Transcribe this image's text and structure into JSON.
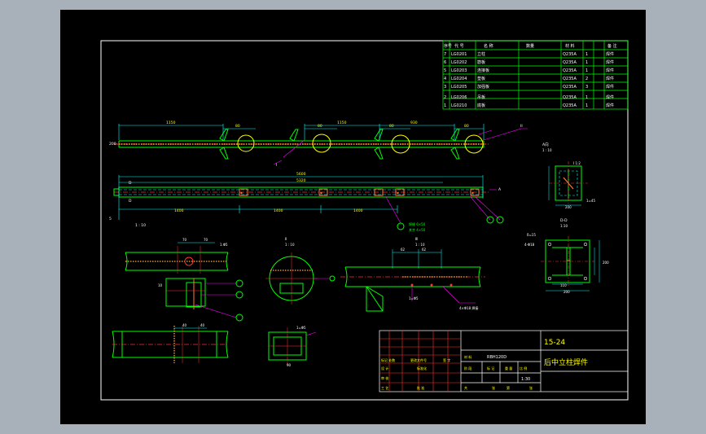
{
  "drawing": {
    "number": "15-24",
    "title": "后中立柱焊件",
    "material": "Q235",
    "weight_label": "RBH120D",
    "scale": "1:30"
  },
  "bom": {
    "headers": [
      "序号",
      "代 号",
      "名 称",
      "数量",
      "材 料",
      "备 注"
    ],
    "rows": [
      {
        "no": "7",
        "code": "LG0201",
        "name": "立柱",
        "qty": "1",
        "mat": "Q235A",
        "note": "焊件"
      },
      {
        "no": "6",
        "code": "LG0202",
        "name": "筋板",
        "qty": "1",
        "mat": "Q235A",
        "note": "焊件"
      },
      {
        "no": "5",
        "code": "LG0203",
        "name": "连接板",
        "qty": "1",
        "mat": "Q235A",
        "note": "焊件"
      },
      {
        "no": "4",
        "code": "LG0204",
        "name": "垫板",
        "qty": "2",
        "mat": "Q235A",
        "note": "焊件"
      },
      {
        "no": "3",
        "code": "LG0205",
        "name": "加强板",
        "qty": "3",
        "mat": "Q235A",
        "note": "焊件"
      },
      {
        "no": "2",
        "code": "LG0206",
        "name": "吊板",
        "qty": "1",
        "mat": "Q235A",
        "note": "焊件"
      },
      {
        "no": "1",
        "code": "LG0210",
        "name": "底板",
        "qty": "1",
        "mat": "Q235A",
        "note": "焊件"
      }
    ]
  },
  "labels": {
    "section_a": "A向",
    "section_dd": "D-D",
    "scale_1_10": "1:10",
    "dim_5600": "5600",
    "dim_200": "200"
  },
  "colors": {
    "background": "#000000",
    "frame": "#ffffff",
    "part_line": "#00ff00",
    "dimension": "#ffff00",
    "centerline": "#ff3030",
    "hidden": "#00ffff",
    "leader": "#ff00ff"
  }
}
